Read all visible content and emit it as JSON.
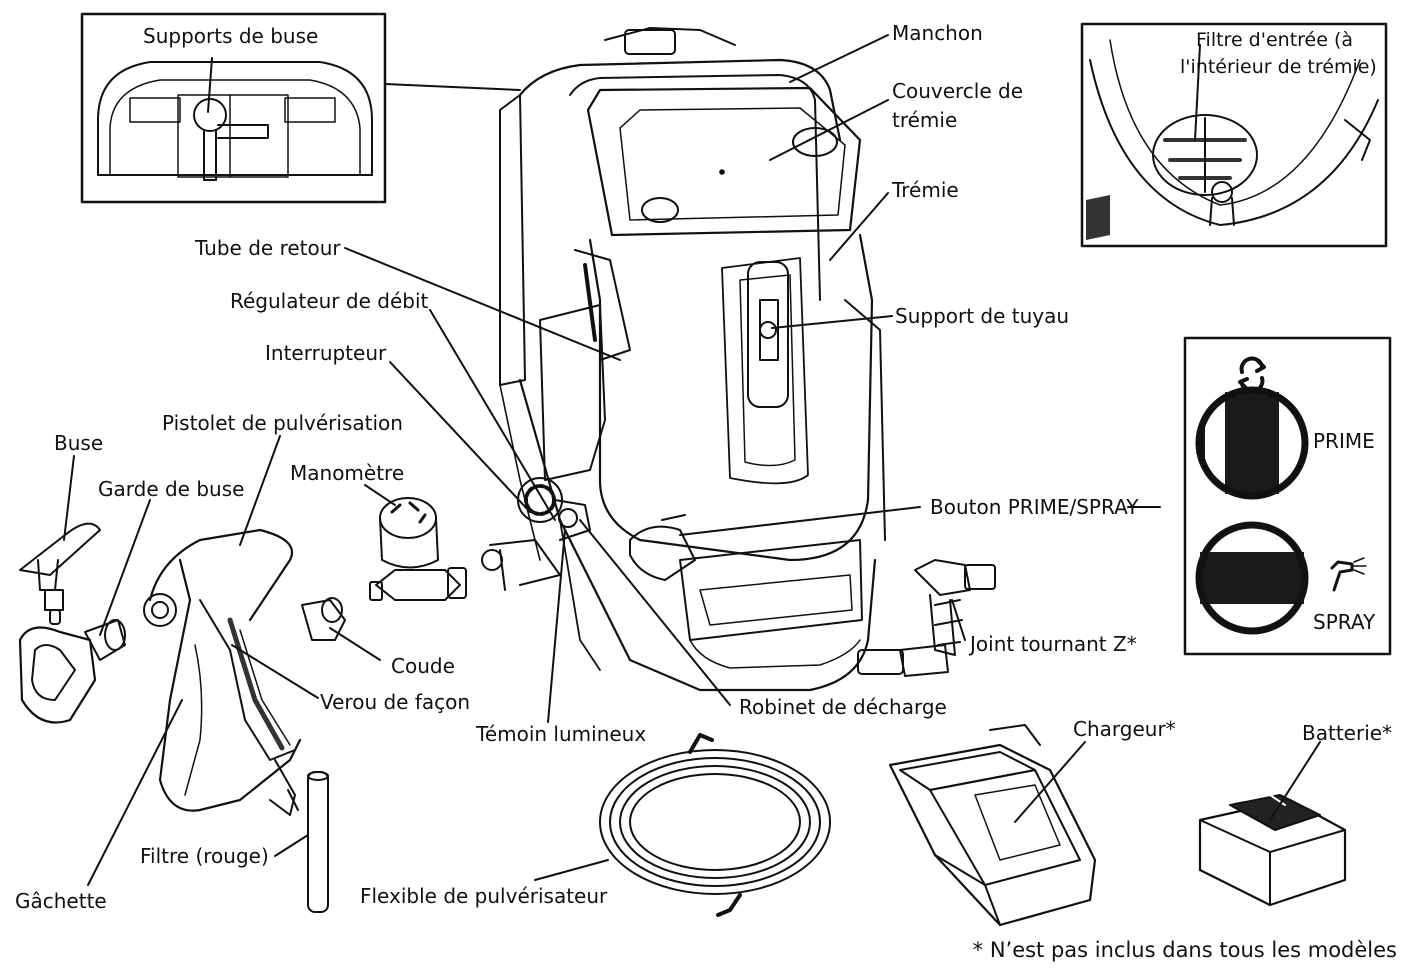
{
  "labels": {
    "supports_buse": "Supports de buse",
    "manchon": "Manchon",
    "couvercle_1": "Couvercle de",
    "couvercle_2": "trémie",
    "tremie": "Trémie",
    "filtre_entree_1": "Filtre d'entrée (à",
    "filtre_entree_2": "l'intérieur de trémie)",
    "tube_retour": "Tube de retour",
    "regulateur": "Régulateur de débit",
    "support_tuyau": "Support de tuyau",
    "interrupteur": "Interrupteur",
    "pistolet": "Pistolet de pulvérisation",
    "buse": "Buse",
    "manometre": "Manomètre",
    "garde_buse": "Garde de buse",
    "bouton_prime_spray": "Bouton PRIME/SPRAY",
    "prime": "PRIME",
    "spray": "SPRAY",
    "coude": "Coude",
    "joint_tournant": "Joint tournant Z*",
    "verrou": "Verou de façon",
    "robinet": "Robinet de décharge",
    "temoin": "Témoin lumineux",
    "chargeur": "Chargeur*",
    "batterie": "Batterie*",
    "filtre_rouge": "Filtre (rouge)",
    "gachette": "Gâchette",
    "flexible": "Flexible de pulvérisateur"
  },
  "footnote": "* N’est pas inclus dans tous les modèles",
  "colors": {
    "ink": "#111111",
    "panel": "#ffffff",
    "dial": "#1a1a1a"
  },
  "icons": {
    "prime": "cycle-arrows-icon",
    "spray": "spray-gun-icon"
  }
}
